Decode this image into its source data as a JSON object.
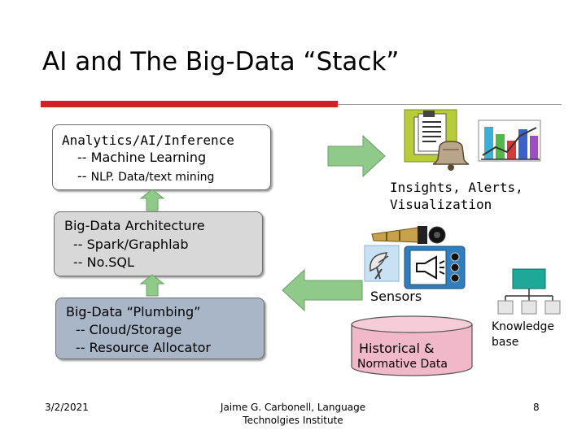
{
  "slide": {
    "title": "AI and The Big-Data “Stack”",
    "box_analytics": {
      "line1": "Analytics/AI/Inference",
      "line2": "-- Machine Learning",
      "line3_prefix": "-- ",
      "line3_rest": "NLP. Data/text mining"
    },
    "box_architecture": {
      "line1": "Big-Data Architecture",
      "line2": "-- Spark/Graphlab",
      "line3": "-- No.SQL"
    },
    "box_plumbing": {
      "line1": "Big-Data “Plumbing”",
      "line2": "-- Cloud/Storage",
      "line3": "-- Resource Allocator"
    },
    "insights": {
      "line1": "Insights,  Alerts,",
      "line2": "Visualization"
    },
    "sensors_label": "Sensors",
    "historical": {
      "line1": "Historical &",
      "line2": "Normative Data"
    },
    "knowledge": {
      "line1": "Knowledge",
      "line2": "base"
    },
    "footer": {
      "date": "3/2/2021",
      "author_line1": "Jaime G. Carbonell, Language",
      "author_line2": "Technolgies Institute",
      "page": "8"
    },
    "colors": {
      "accent_red": "#d12027",
      "arrow_green": "#8fca88",
      "cylinder_pink": "#f0b8c8",
      "plumbing_steel": "#a9b6c8",
      "architecture_gray": "#d8d8d8"
    },
    "icons": [
      "documents-bell-icon",
      "bar-chart-icon",
      "telescope-icon",
      "satellite-dish-icon",
      "megaphone-device-icon",
      "database-cylinder-icon",
      "hierarchy-tree-icon"
    ]
  }
}
